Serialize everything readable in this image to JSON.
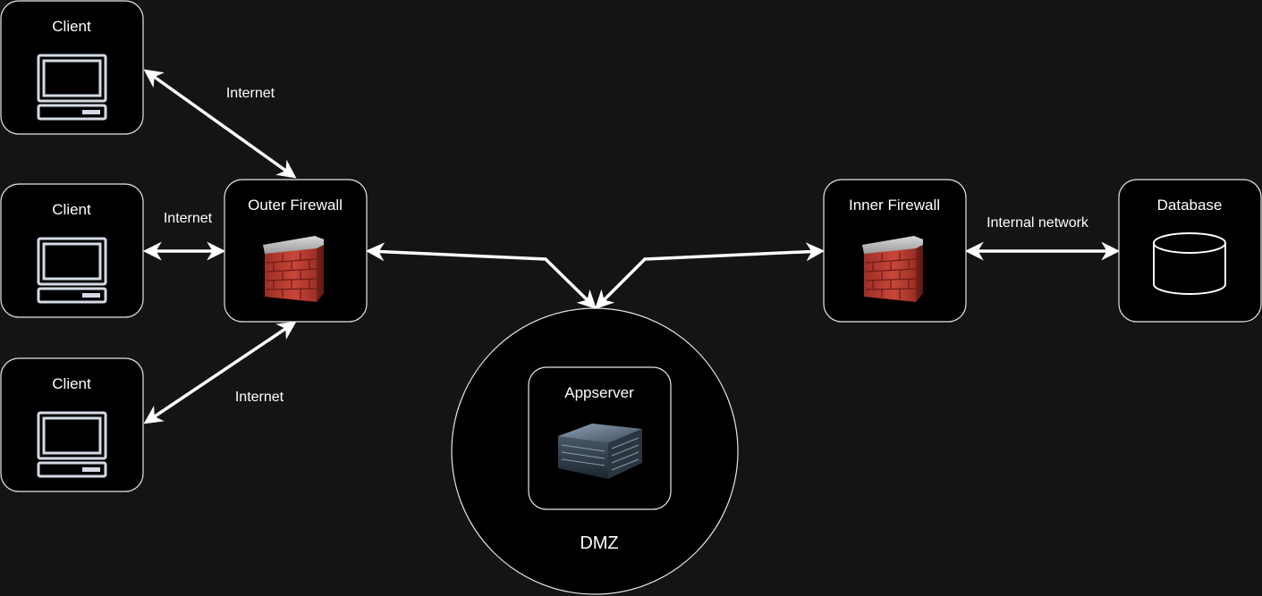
{
  "diagram": {
    "background": "#141414",
    "node_fill": "#000000",
    "node_stroke": "#e6e6e6",
    "edge_color": "#ffffff",
    "clients": [
      {
        "label": "Client",
        "icon": "desktop-computer-icon"
      },
      {
        "label": "Client",
        "icon": "desktop-computer-icon"
      },
      {
        "label": "Client",
        "icon": "desktop-computer-icon"
      }
    ],
    "outer_firewall": {
      "label": "Outer Firewall",
      "icon": "brick-firewall-icon"
    },
    "inner_firewall": {
      "label": "Inner Firewall",
      "icon": "brick-firewall-icon"
    },
    "database": {
      "label": "Database",
      "icon": "database-cylinder-icon"
    },
    "dmz": {
      "label": "DMZ",
      "appserver": {
        "label": "Appserver",
        "icon": "server-rack-icon"
      }
    },
    "edges": [
      {
        "from": "Client",
        "to": "Outer Firewall",
        "label": "Internet"
      },
      {
        "from": "Client",
        "to": "Outer Firewall",
        "label": "Internet"
      },
      {
        "from": "Client",
        "to": "Outer Firewall",
        "label": "Internet"
      },
      {
        "from": "Outer Firewall",
        "to": "DMZ",
        "label": ""
      },
      {
        "from": "Inner Firewall",
        "to": "DMZ",
        "label": ""
      },
      {
        "from": "Inner Firewall",
        "to": "Database",
        "label": "Internal network"
      }
    ]
  }
}
